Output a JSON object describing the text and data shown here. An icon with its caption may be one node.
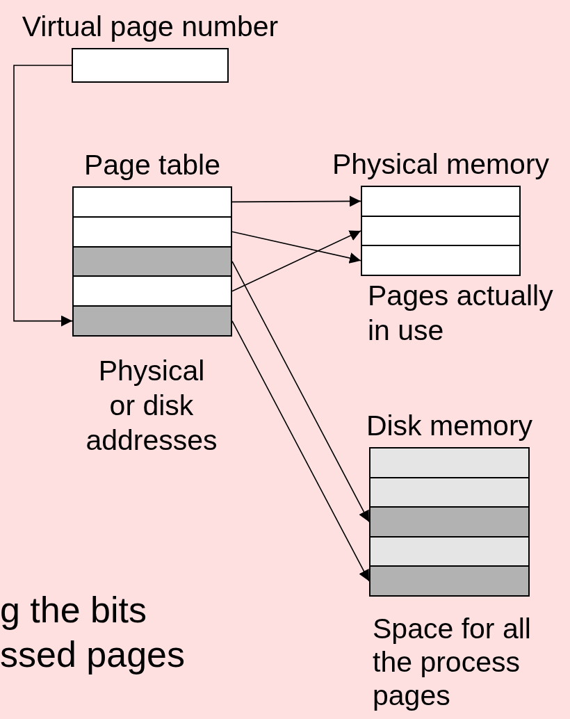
{
  "diagram": {
    "nodes": [
      {
        "text": [
          "Virtual page number"
        ]
      },
      {
        "text": [
          "Page table"
        ],
        "beside": [
          "Physical or disk addresses"
        ]
      },
      {
        "text": [],
        "shape": "box",
        "in": 1
      },
      {
        "text": [],
        "shape": "box",
        "in": 1
      },
      {
        "text": [],
        "shape": "box",
        "in": 1
      },
      {
        "text": [],
        "shape": "box",
        "in": 1
      },
      {
        "text": [],
        "shape": "box",
        "in": 1
      },
      {
        "text": [
          "Physical memory"
        ],
        "beside": [
          "Pages actually in use"
        ]
      },
      {
        "text": [],
        "shape": "box",
        "in": 7
      },
      {
        "text": [],
        "shape": "box",
        "in": 7
      },
      {
        "text": [],
        "shape": "box",
        "in": 7
      },
      {
        "text": [
          "Disk memory"
        ],
        "beside": [
          "Space for all the process pages"
        ]
      },
      {
        "text": [],
        "shape": "box",
        "in": 11
      },
      {
        "text": [],
        "shape": "box",
        "in": 11
      },
      {
        "text": [],
        "shape": "box",
        "in": 11
      },
      {
        "text": [],
        "shape": "box",
        "in": 11
      },
      {
        "text": [],
        "shape": "box",
        "in": 11
      }
    ],
    "edges": [
      {
        "from": 0,
        "to": 6,
        "arrow": "to"
      },
      {
        "from": 2,
        "to": 8,
        "arrow": "to"
      },
      {
        "from": 3,
        "to": 10,
        "arrow": "to"
      },
      {
        "from": 5,
        "to": 9,
        "arrow": "to"
      },
      {
        "from": 4,
        "to": 14,
        "arrow": "to"
      },
      {
        "from": 6,
        "to": 16,
        "arrow": "to"
      }
    ],
    "labels": [
      "g the bits ssed pages"
    ]
  }
}
